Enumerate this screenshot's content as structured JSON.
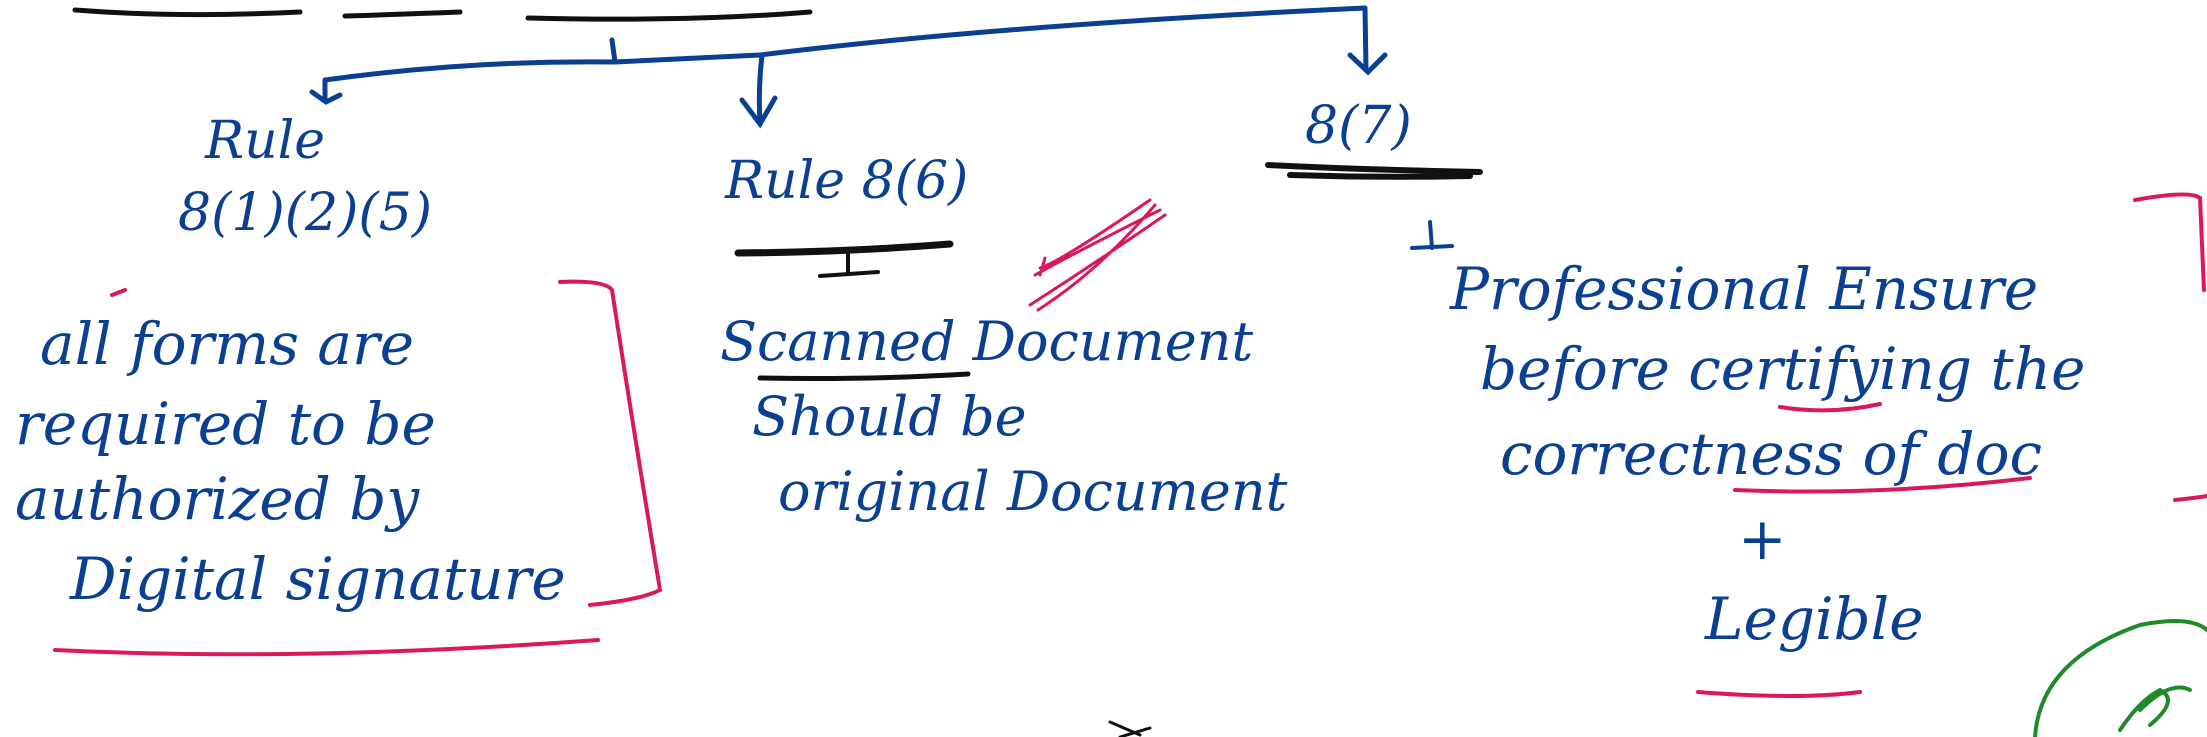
{
  "colors": {
    "blue_ink": "#0a3f92",
    "black_ink": "#111111",
    "pink_ink": "#d9185f",
    "green_ink": "#1f8a2a",
    "paper": "#ffffff"
  },
  "diagram": {
    "branches": [
      {
        "id": "left",
        "heading_line1": "Rule",
        "heading_line2": "8(1)(2)(5)",
        "body": [
          "all forms are",
          "required to be",
          "authorized by",
          "Digital signature"
        ]
      },
      {
        "id": "middle",
        "heading": "Rule 8(6)",
        "body": [
          "Scanned Document",
          "Should be",
          "original Document"
        ]
      },
      {
        "id": "right",
        "heading": "8(7)",
        "body": [
          "Professional Ensure",
          "before certifying the",
          "correctness of doc",
          "+",
          "Legible"
        ]
      }
    ]
  }
}
